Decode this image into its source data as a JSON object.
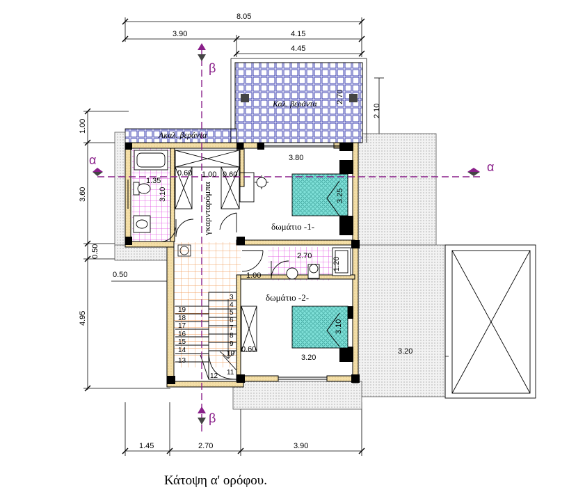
{
  "title": "Κάτοψη α' ορόφου.",
  "dimensions": {
    "top_total": "8.05",
    "top_left": "3.90",
    "top_right": "4.15",
    "veranda_width": "4.45",
    "veranda_depth": "2.70",
    "veranda_side": "2.10",
    "left_veranda": "1.00",
    "left_upper": "3.60",
    "left_small": "0.50",
    "left_bottom": "4.95",
    "left_offset": "0.50",
    "bath_width": "1.35",
    "bath_height": "3.10",
    "closet_a": "0.60",
    "closet_b": "1.00",
    "closet_c": "0.60",
    "room1_width": "3.80",
    "room1_bed": "3.25",
    "bath2_width": "2.70",
    "bath2_height": "1.20",
    "corridor": "1.00",
    "room2_bed": "3.10",
    "room2_width": "3.20",
    "room2_closet": "0.60",
    "terrace_width": "3.20",
    "bottom_a": "1.45",
    "bottom_b": "2.70",
    "bottom_c": "3.90"
  },
  "rooms": {
    "veranda_covered": "Καλ. βεράντα",
    "veranda_open": "Ακαλ. βεράντα",
    "wardrobe": "γκαρνταρόμπα",
    "bedroom1": "δωμάτιο -1-",
    "bedroom2": "δωμάτιο -2-"
  },
  "section_marks": {
    "alpha": "α",
    "beta": "β"
  },
  "stair_steps": [
    "3",
    "4",
    "5",
    "6",
    "7",
    "8",
    "9",
    "10",
    "11",
    "12",
    "13",
    "14",
    "15",
    "16",
    "17",
    "18",
    "19"
  ]
}
